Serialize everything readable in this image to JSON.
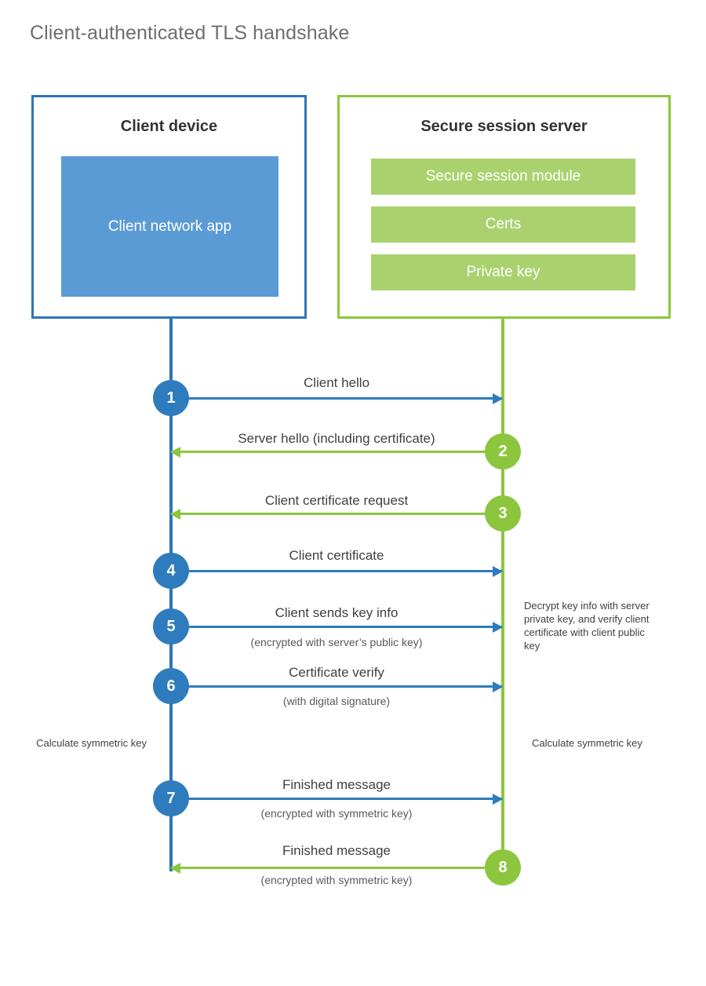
{
  "title": "Client-authenticated TLS handshake",
  "colors": {
    "client_accent": "#2e75b6",
    "client_fill": "#5b9bd5",
    "client_circle": "#2e7cbd",
    "server_accent": "#8cc63e",
    "server_fill": "#a9d26f",
    "title_text": "#6e6e6e",
    "body_text": "#404040"
  },
  "client": {
    "title": "Client device",
    "app_label": "Client network app"
  },
  "server": {
    "title": "Secure session server",
    "components": [
      "Secure session module",
      "Certs",
      "Private key"
    ]
  },
  "messages": [
    {
      "step": "1",
      "label": "Client hello",
      "sublabel": "",
      "direction": "to-server"
    },
    {
      "step": "2",
      "label": "Server hello (including certificate)",
      "sublabel": "",
      "direction": "to-client"
    },
    {
      "step": "3",
      "label": "Client certificate request",
      "sublabel": "",
      "direction": "to-client"
    },
    {
      "step": "4",
      "label": "Client certificate",
      "sublabel": "",
      "direction": "to-server"
    },
    {
      "step": "5",
      "label": "Client sends key info",
      "sublabel": "(encrypted with server’s public key)",
      "direction": "to-server"
    },
    {
      "step": "6",
      "label": "Certificate verify",
      "sublabel": "(with digital signature)",
      "direction": "to-server"
    },
    {
      "step": "7",
      "label": "Finished message",
      "sublabel": "(encrypted with symmetric key)",
      "direction": "to-server"
    },
    {
      "step": "8",
      "label": "Finished message",
      "sublabel": "(encrypted with symmetric key)",
      "direction": "to-client"
    }
  ],
  "notes": {
    "server_decrypt": "Decrypt key info with server private key, and verify client certificate with client public key",
    "client_calculate": "Calculate symmetric key",
    "server_calculate": "Calculate symmetric key"
  }
}
